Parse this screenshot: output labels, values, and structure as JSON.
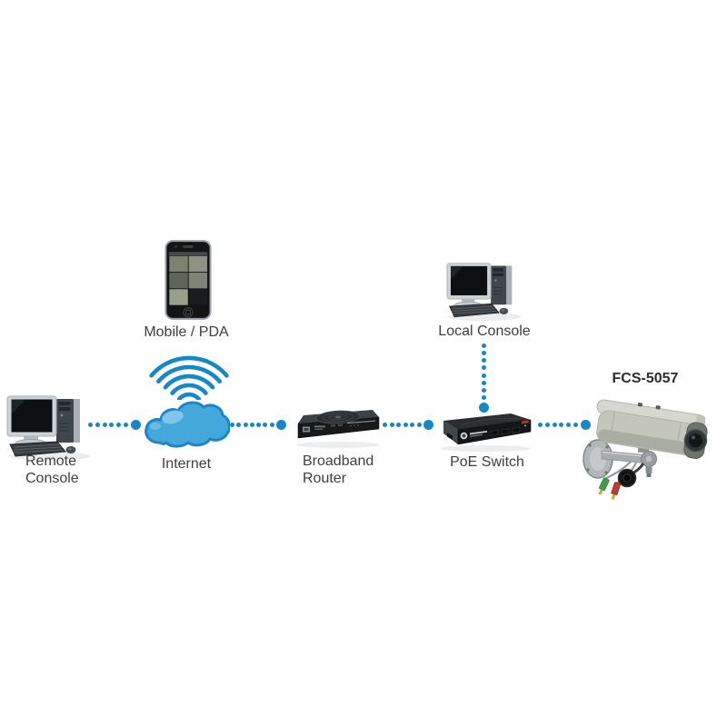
{
  "product": {
    "model": "FCS-5057"
  },
  "nodes": {
    "remote_console": {
      "line1": "Remote",
      "line2": "Console",
      "icon": "desktop-computer-icon"
    },
    "mobile_pda": {
      "label": "Mobile / PDA",
      "icon": "smartphone-icon"
    },
    "internet": {
      "label": "Internet",
      "icon": "cloud-icon"
    },
    "broadband_router": {
      "line1": "Broadband",
      "line2": "Router",
      "icon": "router-icon"
    },
    "local_console": {
      "label": "Local Console",
      "icon": "desktop-computer-icon"
    },
    "poe_switch": {
      "label": "PoE Switch",
      "icon": "network-switch-icon"
    },
    "ip_camera": {
      "label": "FCS-5057",
      "icon": "bullet-camera-icon"
    }
  },
  "connections": [
    {
      "from": "remote_console",
      "to": "internet",
      "style": "dotted"
    },
    {
      "from": "mobile_pda",
      "to": "internet",
      "style": "wireless"
    },
    {
      "from": "internet",
      "to": "broadband_router",
      "style": "dotted"
    },
    {
      "from": "broadband_router",
      "to": "poe_switch",
      "style": "dotted"
    },
    {
      "from": "local_console",
      "to": "poe_switch",
      "style": "dotted"
    },
    {
      "from": "poe_switch",
      "to": "ip_camera",
      "style": "dotted"
    }
  ],
  "colors": {
    "connector_blue": "#1787c8",
    "cloud_fill": "#44a8db",
    "cloud_outline": "#1e86c6",
    "label_text": "#3e3e3e",
    "background": "#ffffff"
  }
}
